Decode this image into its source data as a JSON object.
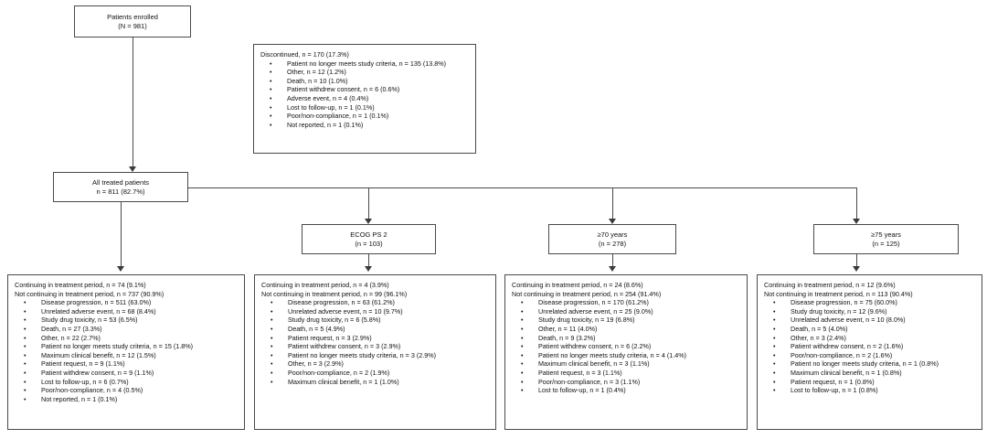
{
  "diagram": {
    "title": "Patient disposition flow diagram",
    "type": "flowchart",
    "line_color": "#4a4a4a"
  },
  "nodes": {
    "enrolled": {
      "line1": "Patients enrolled",
      "line2": "(N = 981)"
    },
    "all_treated": {
      "line1": "All treated patients",
      "line2": "n = 811 (82.7%)"
    },
    "ecog": {
      "line1": "ECOG PS 2",
      "line2": "(n = 103)"
    },
    "age70": {
      "line1": "≥70 years",
      "line2": "(n = 278)"
    },
    "age75": {
      "line1": "≥75 years",
      "line2": "(n = 125)"
    }
  },
  "discontinued": {
    "heading": "Discontinued, n = 170 (17.3%)",
    "items": [
      "Patient no longer meets study criteria, n = 135 (13.8%)",
      "Other, n = 12 (1.2%)",
      "Death, n = 10 (1.0%)",
      "Patient withdrew consent, n = 6 (0.6%)",
      "Adverse event, n = 4 (0.4%)",
      "Lost to follow-up, n = 1 (0.1%)",
      "Poor/non-compliance, n = 1 (0.1%)",
      "Not reported, n = 1 (0.1%)"
    ]
  },
  "outcomes": {
    "all_treated": {
      "head1": "Continuing in treatment period, n = 74 (9.1%)",
      "head2": "Not continuing in treatment period, n = 737 (90.9%)",
      "items": [
        "Disease progression, n = 511 (63.0%)",
        "Unrelated adverse event, n = 68 (8.4%)",
        "Study drug toxicity, n = 53 (6.5%)",
        "Death, n = 27 (3.3%)",
        "Other, n = 22 (2.7%)",
        "Patient no longer meets study criteria, n = 15 (1.8%)",
        "Maximum clinical benefit, n = 12 (1.5%)",
        "Patient request, n = 9 (1.1%)",
        "Patient withdrew consent, n = 9 (1.1%)",
        "Lost to follow-up, n = 6 (0.7%)",
        "Poor/non-compliance, n = 4 (0.5%)",
        "Not reported, n = 1 (0.1%)"
      ]
    },
    "ecog": {
      "head1": "Continuing in treatment period, n = 4 (3.9%)",
      "head2": "Not continuing in treatment period, n = 99 (96.1%)",
      "items": [
        "Disease progression, n = 63 (61.2%)",
        "Unrelated adverse event, n = 10 (9.7%)",
        "Study drug toxicity, n = 6 (5.8%)",
        "Death, n = 5 (4.9%)",
        "Patient request, n = 3 (2.9%)",
        "Patient withdrew consent, n = 3 (2.9%)",
        "Patient no longer meets study criteria, n = 3 (2.9%)",
        "Other, n = 3 (2.9%)",
        "Poor/non-compliance, n = 2 (1.9%)",
        "Maximum clinical benefit, n = 1 (1.0%)"
      ]
    },
    "age70": {
      "head1": "Continuing in treatment period, n = 24 (8.6%)",
      "head2": "Not continuing in treatment period, n = 254 (91.4%)",
      "items": [
        "Disease progression, n = 170 (61.2%)",
        "Unrelated adverse event, n = 25 (9.0%)",
        "Study drug toxicity, n = 19 (6.8%)",
        "Other, n = 11 (4.0%)",
        "Death, n = 9 (3.2%)",
        "Patient withdrew consent, n = 6 (2.2%)",
        "Patient no longer meets study criteria, n = 4 (1.4%)",
        "Maximum clinical benefit, n = 3 (1.1%)",
        "Patient request, n = 3 (1.1%)",
        "Poor/non-compliance, n = 3 (1.1%)",
        "Lost to follow-up, n = 1 (0.4%)"
      ]
    },
    "age75": {
      "head1": "Continuing in treatment period, n = 12 (9.6%)",
      "head2": "Not continuing in treatment period, n = 113 (90.4%)",
      "items": [
        "Disease progression, n = 75 (60.0%)",
        "Study drug toxicity, n = 12 (9.6%)",
        "Unrelated adverse event, n = 10 (8.0%)",
        "Death, n = 5 (4.0%)",
        "Other, n = 3 (2.4%)",
        "Patient withdrew consent, n = 2 (1.6%)",
        "Poor/non-compliance, n = 2 (1.6%)",
        "Patient no longer meets study criteria, n = 1 (0.8%)",
        "Maximum clinical benefit, n = 1 (0.8%)",
        "Patient request, n = 1 (0.8%)",
        "Lost to follow-up, n = 1 (0.8%)"
      ]
    }
  },
  "bullet_glyph": "•"
}
